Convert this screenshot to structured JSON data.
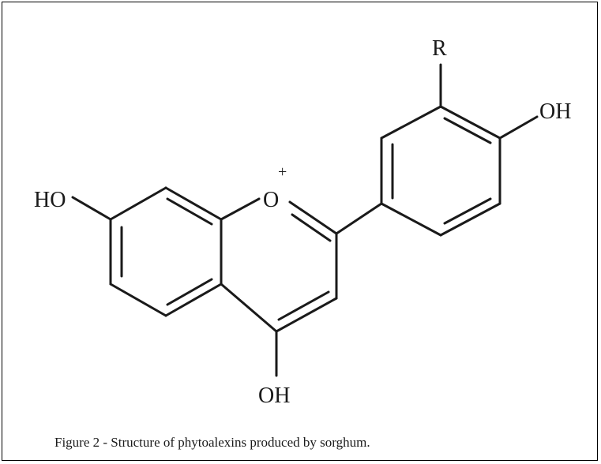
{
  "structure": {
    "labels": {
      "ho_left": "HO",
      "ring_oxygen": "O",
      "charge": "+",
      "r_group": "R",
      "oh_right": "OH",
      "oh_bottom": "OH"
    }
  },
  "caption": "Figure 2 - Structure of phytoalexins produced by sorghum."
}
